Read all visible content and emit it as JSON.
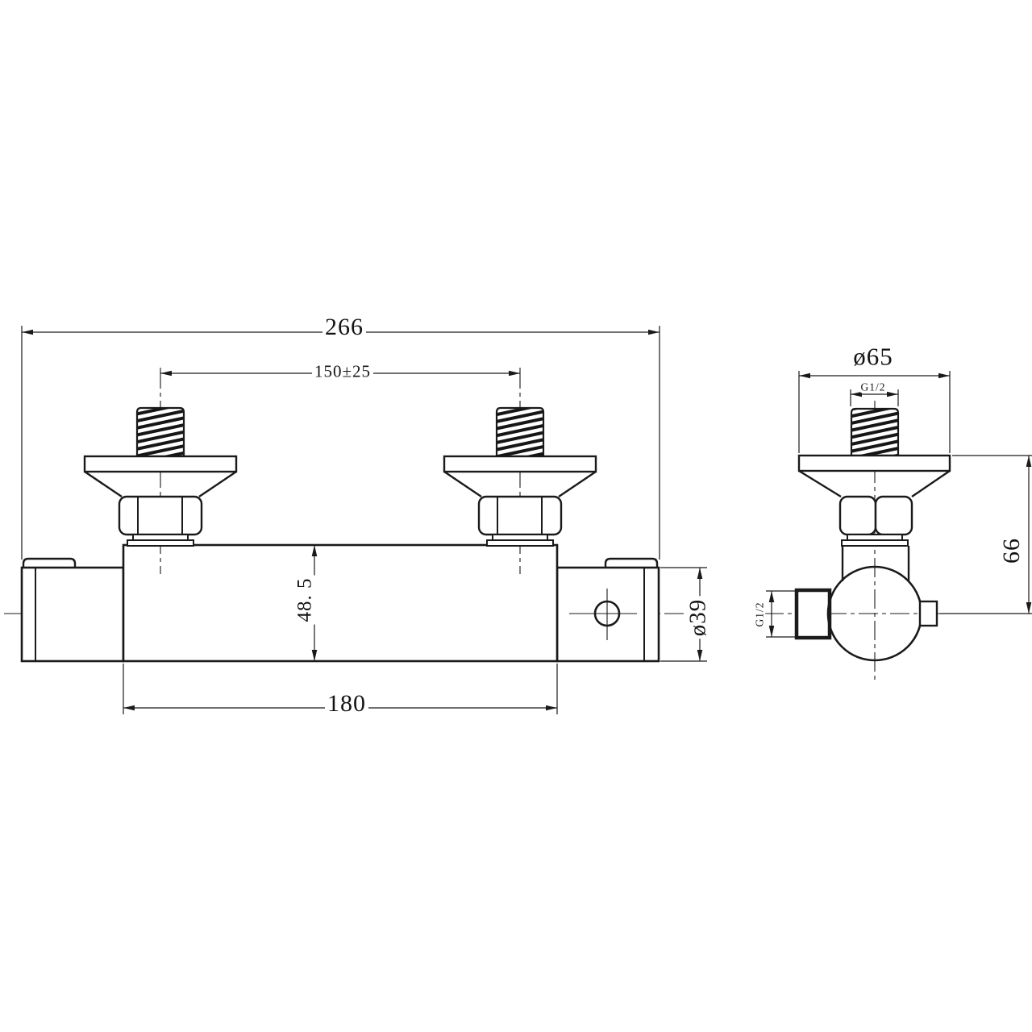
{
  "drawing": {
    "type": "technical-drawing",
    "line_color": "#1a1a1a",
    "background_color": "#ffffff",
    "dimensions": {
      "front_view": {
        "overall_width": "266",
        "connection_spacing": "150±25",
        "body_length": "180",
        "body_height": "48. 5",
        "end_diameter": "ø39"
      },
      "side_view": {
        "escutcheon_diameter": "ø65",
        "inlet_thread": "G1/2",
        "height_to_center": "66",
        "outlet_thread": "G1/2"
      }
    }
  }
}
